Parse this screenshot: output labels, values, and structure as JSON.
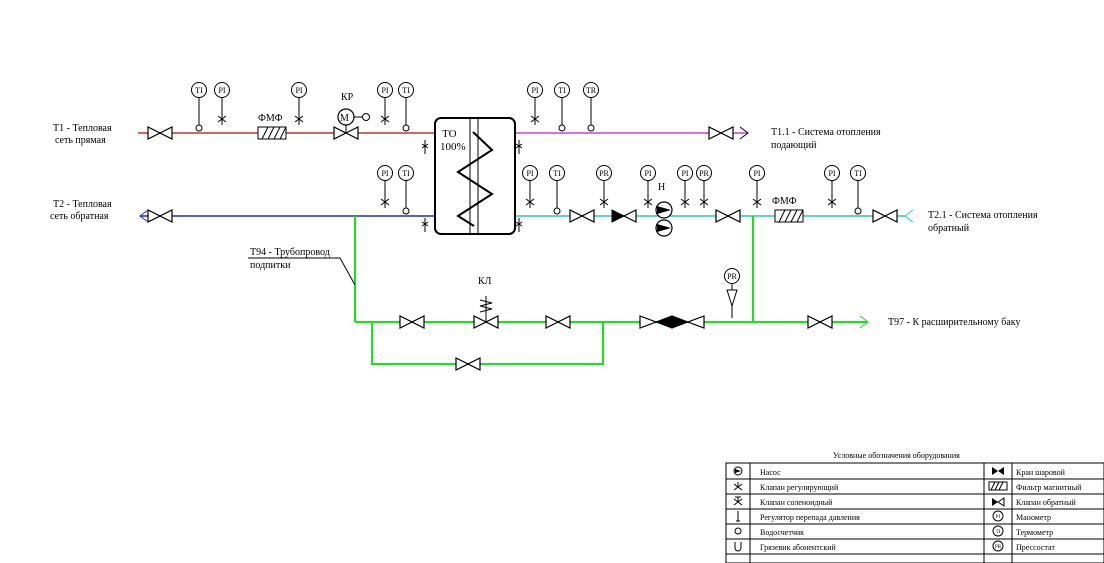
{
  "pipelines": {
    "t1": "T1 - Тепловая",
    "t1b": "сеть прямая",
    "t2": "T2 - Тепловая",
    "t2b": "сеть обратная",
    "t11": "T1.1 - Система отопления",
    "t11b": "подающий",
    "t21": "T2.1 - Система отопления",
    "t21b": "обратный",
    "t94": "T94 - Трубопровод",
    "t94b": "подпитки",
    "t97": "T97 - К расширительному баку"
  },
  "equipment": {
    "hx1": "ТО",
    "hx2": "100%",
    "fmf": "ФМФ",
    "kp": "КР",
    "motor": "M",
    "pump": "Н",
    "safety": "КЛ"
  },
  "instruments": {
    "ti": "TI",
    "pi": "PI",
    "tr": "TR",
    "pr": "PR"
  },
  "legend": {
    "title": "Условные обозначения оборудования",
    "left": [
      "Насос",
      "Клапан регулирующий",
      "Клапан соленоидный",
      "Регулятор перепада давления",
      "Водосчетчик",
      "Грязевик абонентский"
    ],
    "right": [
      "Кран шаровой",
      "Фильтр магнитный",
      "Клапан обратный",
      "Манометр",
      "Термометр",
      "Прессостат"
    ]
  },
  "colors": {
    "supply": "#c0392b",
    "return": "#1a2fc0",
    "supply_secondary": "#d040d0",
    "return_secondary": "#20c8d0",
    "makeup": "#22dd22"
  }
}
